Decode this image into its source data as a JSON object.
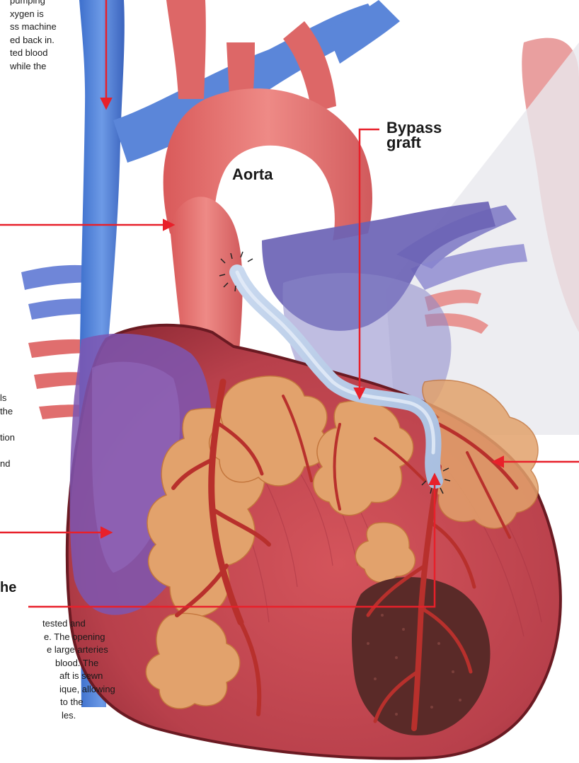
{
  "labels": {
    "aorta": "Aorta",
    "bypass_graft": "Bypass\ngraft"
  },
  "top_note": {
    "lines": [
      "pumping",
      "xygen is",
      "ss machine",
      "ed back in.",
      "ted blood",
      "while the"
    ]
  },
  "left_note": {
    "lines": [
      "ls",
      "the",
      "",
      "tion",
      "",
      "nd"
    ]
  },
  "bottom_note": {
    "heading": "he",
    "lines": [
      "tested and",
      "e. The opening",
      "e large arteries",
      "blood. The",
      "aft is sewn",
      "ique, allowing",
      "to the",
      "les."
    ]
  },
  "colors": {
    "arrow": "#e8202a",
    "vein": "#4f7fd6",
    "aorta": "#e4706e",
    "heart_muscle": "#c9444f",
    "fat": "#e4a36e",
    "graft": "#b9cde6",
    "infarct": "#5a2a28",
    "pulmonary": "#6f66b8"
  }
}
